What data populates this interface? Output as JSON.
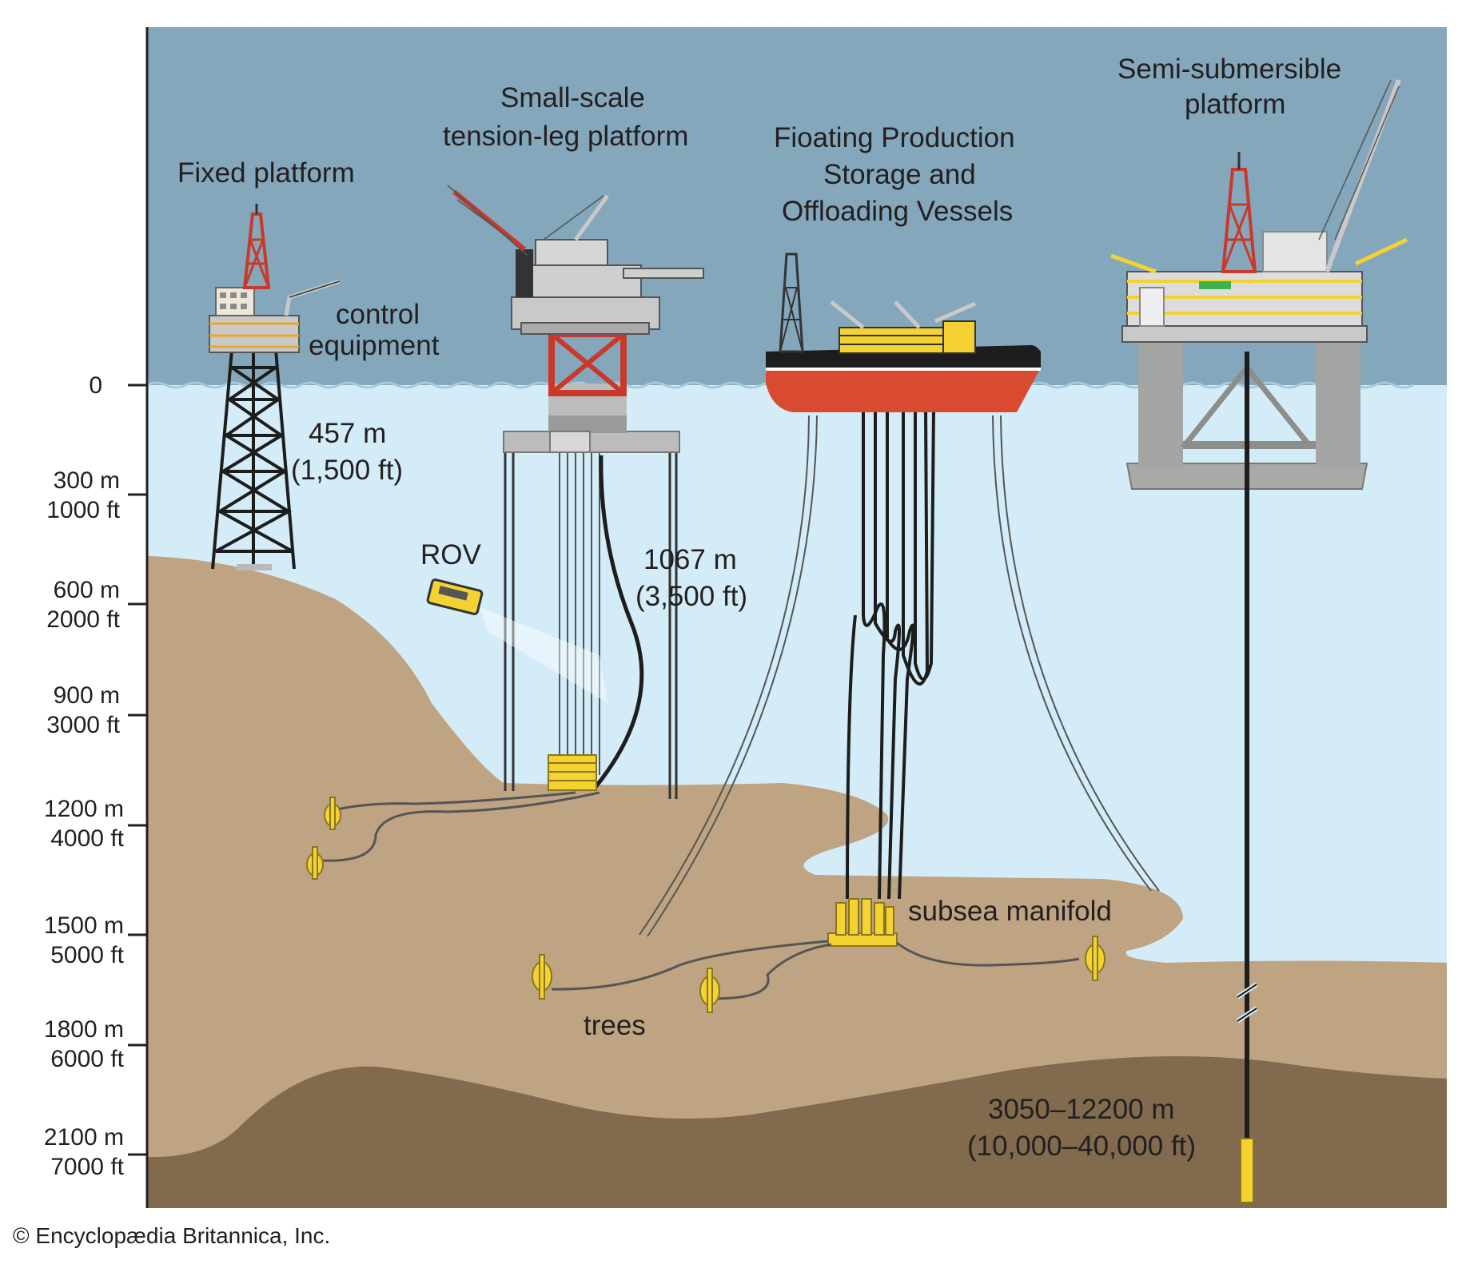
{
  "colors": {
    "sky": "#84a7bb",
    "sea": "#d3ecf7",
    "seabed": "#bfa483",
    "deep_rock": "#816a4e",
    "structure_steel": "#c9c9c9",
    "derrick_red": "#c9392b",
    "riser_yellow": "#f3d232",
    "hull_red": "#d84b30",
    "hull_black": "#1d1d1d"
  },
  "depth_axis": {
    "ticks": [
      {
        "m": "0",
        "ft": ""
      },
      {
        "m": "300 m",
        "ft": "1000 ft"
      },
      {
        "m": "600 m",
        "ft": "2000 ft"
      },
      {
        "m": "900 m",
        "ft": "3000 ft"
      },
      {
        "m": "1200 m",
        "ft": "4000 ft"
      },
      {
        "m": "1500 m",
        "ft": "5000 ft"
      },
      {
        "m": "1800 m",
        "ft": "6000 ft"
      },
      {
        "m": "2100 m",
        "ft": "7000 ft"
      }
    ]
  },
  "platforms": {
    "fixed": {
      "title": "Fixed platform",
      "depth_m": "457 m",
      "depth_ft": "(1,500 ft)"
    },
    "tlp": {
      "title_1": "Small-scale",
      "title_2": "tension-leg platform",
      "depth_m": "1067 m",
      "depth_ft": "(3,500 ft)"
    },
    "fpso": {
      "title_1": "Fioating Production",
      "title_2": "Storage and",
      "title_3": "Offloading Vessels"
    },
    "semi": {
      "title_1": "Semi-submersible",
      "title_2": "platform",
      "depth_m": "3050–12200 m",
      "depth_ft": "(10,000–40,000 ft)"
    }
  },
  "labels": {
    "control_1": "control",
    "control_2": "equipment",
    "rov": "ROV",
    "manifold": "subsea manifold",
    "trees": "trees"
  },
  "icons": [
    "fixed-platform-derrick-icon",
    "rov-vehicle-icon",
    "fpso-ship-icon",
    "wellhead-tree-icon",
    "subsea-manifold-icon"
  ],
  "copyright": "© Encyclopædia Britannica, Inc."
}
